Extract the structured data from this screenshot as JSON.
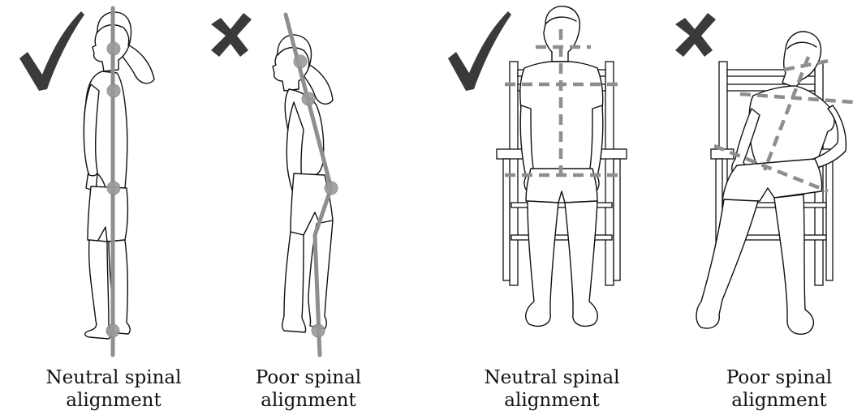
{
  "panels": [
    {
      "status": "correct",
      "icon": "checkmark-icon",
      "caption_line1": "Neutral spinal",
      "caption_line2": "alignment"
    },
    {
      "status": "incorrect",
      "icon": "cross-icon",
      "caption_line1": "Poor spinal",
      "caption_line2": "alignment"
    },
    {
      "status": "correct",
      "icon": "checkmark-icon",
      "caption_line1": "Neutral spinal",
      "caption_line2": "alignment"
    },
    {
      "status": "incorrect",
      "icon": "cross-icon",
      "caption_line1": "Poor spinal",
      "caption_line2": "alignment"
    }
  ],
  "colors": {
    "guide": "#8e8e8e",
    "mark": "#3a3a3a",
    "outline": "#111111"
  }
}
